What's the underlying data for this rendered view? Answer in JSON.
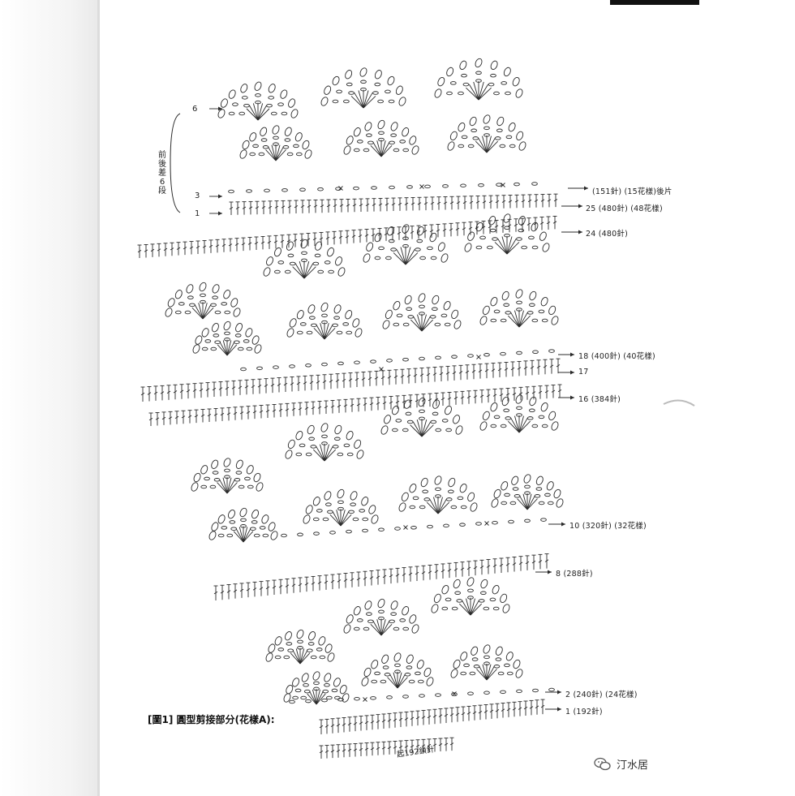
{
  "caption": "[圖1] 圓型剪接部分(花樣A):",
  "start_note": "起192鎖針",
  "side_note": "前後差6段",
  "left_rows": [
    "6",
    "3",
    "1"
  ],
  "row_labels": [
    {
      "row": "(151針)",
      "detail": "(15花樣)後片"
    },
    {
      "row": "25",
      "detail": "(480針) (48花樣)"
    },
    {
      "row": "24",
      "detail": "(480針)"
    },
    {
      "row": "18",
      "detail": "(400針) (40花樣)"
    },
    {
      "row": "17",
      "detail": ""
    },
    {
      "row": "16",
      "detail": "(384針)"
    },
    {
      "row": "10",
      "detail": "(320針) (32花樣)"
    },
    {
      "row": "8",
      "detail": "(288針)"
    },
    {
      "row": "2",
      "detail": "(240針) (24花樣)"
    },
    {
      "row": "1",
      "detail": "(192針)"
    }
  ],
  "watermark": "汀水居",
  "colors": {
    "ink": "#2a2a2a",
    "paper": "#ffffff"
  }
}
